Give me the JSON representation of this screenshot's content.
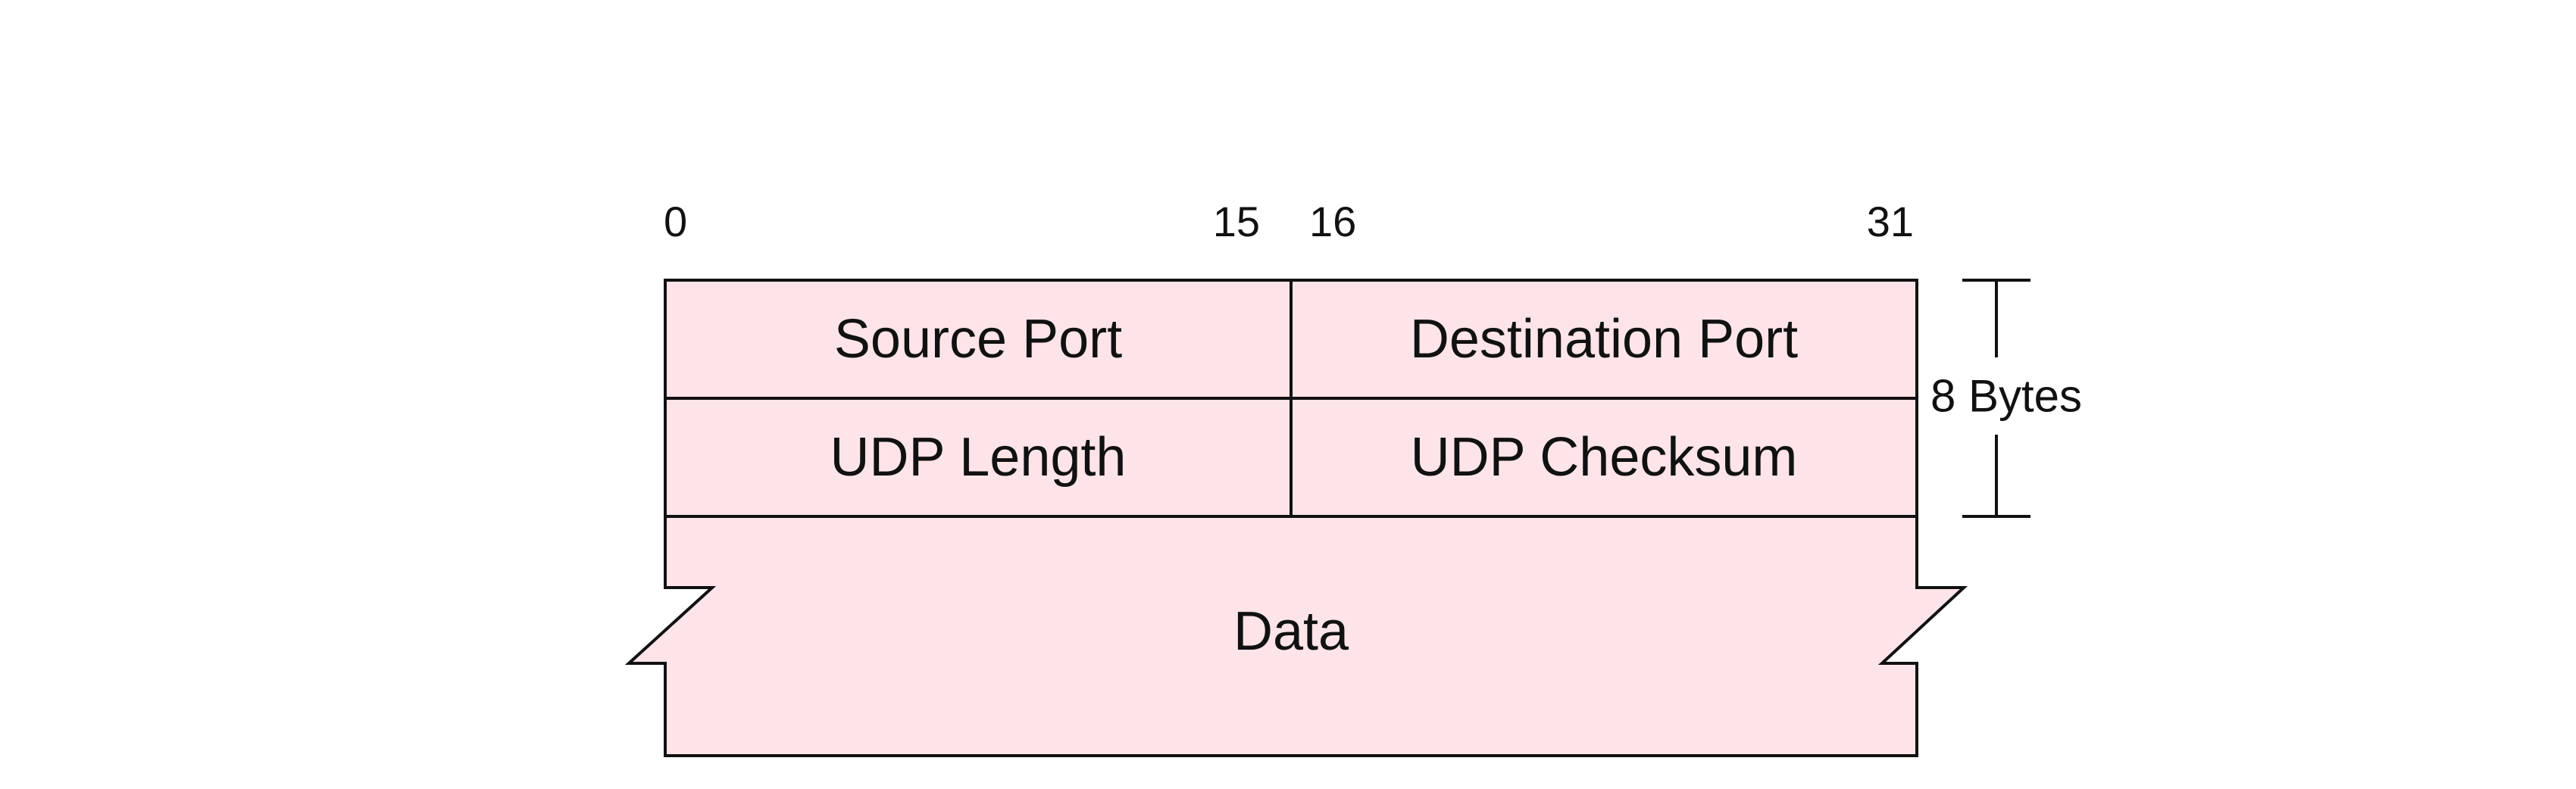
{
  "colors": {
    "fill": "#fde4e8",
    "stroke": "#111111",
    "background": "#ffffff"
  },
  "bit_labels": {
    "start": "0",
    "first_half_end": "15",
    "second_half_start": "16",
    "end": "31"
  },
  "header_fields": {
    "source_port": "Source Port",
    "destination_port": "Destination Port",
    "udp_length": "UDP Length",
    "udp_checksum": "UDP Checksum"
  },
  "data_field": "Data",
  "header_size": "8 Bytes"
}
